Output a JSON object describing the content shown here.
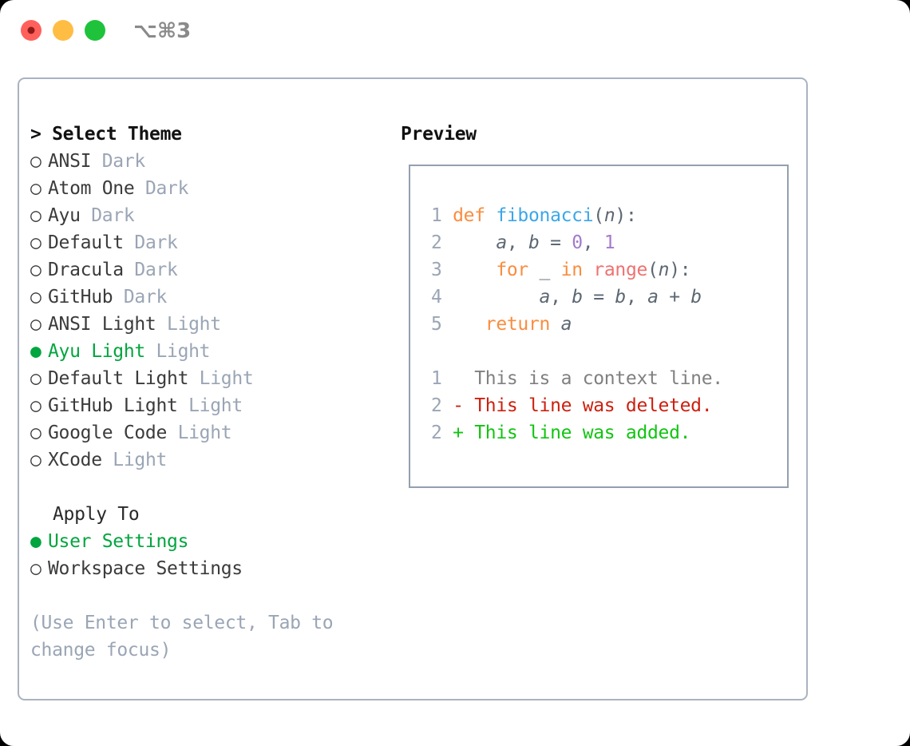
{
  "window": {
    "shortcut": "⌥⌘3",
    "traffic_lights": [
      {
        "name": "close",
        "color": "#ff605c"
      },
      {
        "name": "minimize",
        "color": "#ffbd44"
      },
      {
        "name": "maximize",
        "color": "#1ec33b"
      }
    ],
    "border_color": "#aab3c0"
  },
  "theme_panel": {
    "header": "> Select Theme",
    "items": [
      {
        "bullet": "○",
        "label": "ANSI",
        "badge": "Dark",
        "selected": false
      },
      {
        "bullet": "○",
        "label": "Atom One",
        "badge": "Dark",
        "selected": false
      },
      {
        "bullet": "○",
        "label": "Ayu",
        "badge": "Dark",
        "selected": false
      },
      {
        "bullet": "○",
        "label": "Default",
        "badge": "Dark",
        "selected": false
      },
      {
        "bullet": "○",
        "label": "Dracula",
        "badge": "Dark",
        "selected": false
      },
      {
        "bullet": "○",
        "label": "GitHub",
        "badge": "Dark",
        "selected": false
      },
      {
        "bullet": "○",
        "label": "ANSI Light",
        "badge": "Light",
        "selected": false
      },
      {
        "bullet": "●",
        "label": "Ayu Light",
        "badge": "Light",
        "selected": true
      },
      {
        "bullet": "○",
        "label": "Default Light",
        "badge": "Light",
        "selected": false
      },
      {
        "bullet": "○",
        "label": "GitHub Light",
        "badge": "Light",
        "selected": false
      },
      {
        "bullet": "○",
        "label": "Google Code",
        "badge": "Light",
        "selected": false
      },
      {
        "bullet": "○",
        "label": "XCode",
        "badge": "Light",
        "selected": false
      }
    ],
    "apply_to": {
      "header": "Apply To",
      "options": [
        {
          "bullet": "●",
          "label": "User Settings",
          "selected": true
        },
        {
          "bullet": "○",
          "label": "Workspace Settings",
          "selected": false
        }
      ]
    },
    "hint": "(Use Enter to select, Tab to change focus)",
    "selected_color": "#03a53f",
    "badge_color": "#9aa5b5",
    "hint_color": "#9aa5b5"
  },
  "preview": {
    "header": "Preview",
    "border_color": "#94a0b0",
    "code_lines": [
      {
        "num": "1",
        "tokens": [
          {
            "t": "def ",
            "c": "kw"
          },
          {
            "t": "fibonacci",
            "c": "fn"
          },
          {
            "t": "(",
            "c": "punc"
          },
          {
            "t": "n",
            "c": "var"
          },
          {
            "t": "):",
            "c": "punc"
          }
        ]
      },
      {
        "num": "2",
        "tokens": [
          {
            "t": "    ",
            "c": "punc"
          },
          {
            "t": "a",
            "c": "var"
          },
          {
            "t": ", ",
            "c": "punc"
          },
          {
            "t": "b",
            "c": "var"
          },
          {
            "t": " = ",
            "c": "punc"
          },
          {
            "t": "0",
            "c": "num"
          },
          {
            "t": ", ",
            "c": "punc"
          },
          {
            "t": "1",
            "c": "num"
          }
        ]
      },
      {
        "num": "3",
        "tokens": [
          {
            "t": "    ",
            "c": "punc"
          },
          {
            "t": "for",
            "c": "kw"
          },
          {
            "t": " _ ",
            "c": "punc"
          },
          {
            "t": "in",
            "c": "kw"
          },
          {
            "t": " ",
            "c": "punc"
          },
          {
            "t": "range",
            "c": "bi"
          },
          {
            "t": "(",
            "c": "punc"
          },
          {
            "t": "n",
            "c": "var"
          },
          {
            "t": "):",
            "c": "punc"
          }
        ]
      },
      {
        "num": "4",
        "tokens": [
          {
            "t": "        ",
            "c": "punc"
          },
          {
            "t": "a",
            "c": "var"
          },
          {
            "t": ", ",
            "c": "punc"
          },
          {
            "t": "b",
            "c": "var"
          },
          {
            "t": " = ",
            "c": "punc"
          },
          {
            "t": "b",
            "c": "var"
          },
          {
            "t": ", ",
            "c": "punc"
          },
          {
            "t": "a",
            "c": "var"
          },
          {
            "t": " + ",
            "c": "punc"
          },
          {
            "t": "b",
            "c": "var"
          }
        ]
      },
      {
        "num": "5",
        "tokens": [
          {
            "t": "   ",
            "c": "punc"
          },
          {
            "t": "return",
            "c": "kw"
          },
          {
            "t": " ",
            "c": "punc"
          },
          {
            "t": "a",
            "c": "var"
          }
        ]
      }
    ],
    "diff_lines": [
      {
        "num": "1",
        "marker": "  ",
        "text": "This is a context line.",
        "kind": "ctx"
      },
      {
        "num": "2",
        "marker": "- ",
        "text": "This line was deleted.",
        "kind": "del"
      },
      {
        "num": "2",
        "marker": "+ ",
        "text": "This line was added.",
        "kind": "add"
      }
    ],
    "syntax_colors": {
      "keyword": "#fa8d3e",
      "function": "#3aa7e8",
      "number": "#a37acc",
      "builtin": "#f07171",
      "variable": "#5c6773",
      "line_number": "#9aa5b5",
      "diff_context": "#808080",
      "diff_deleted": "#cc2010",
      "diff_added": "#12c412"
    }
  }
}
